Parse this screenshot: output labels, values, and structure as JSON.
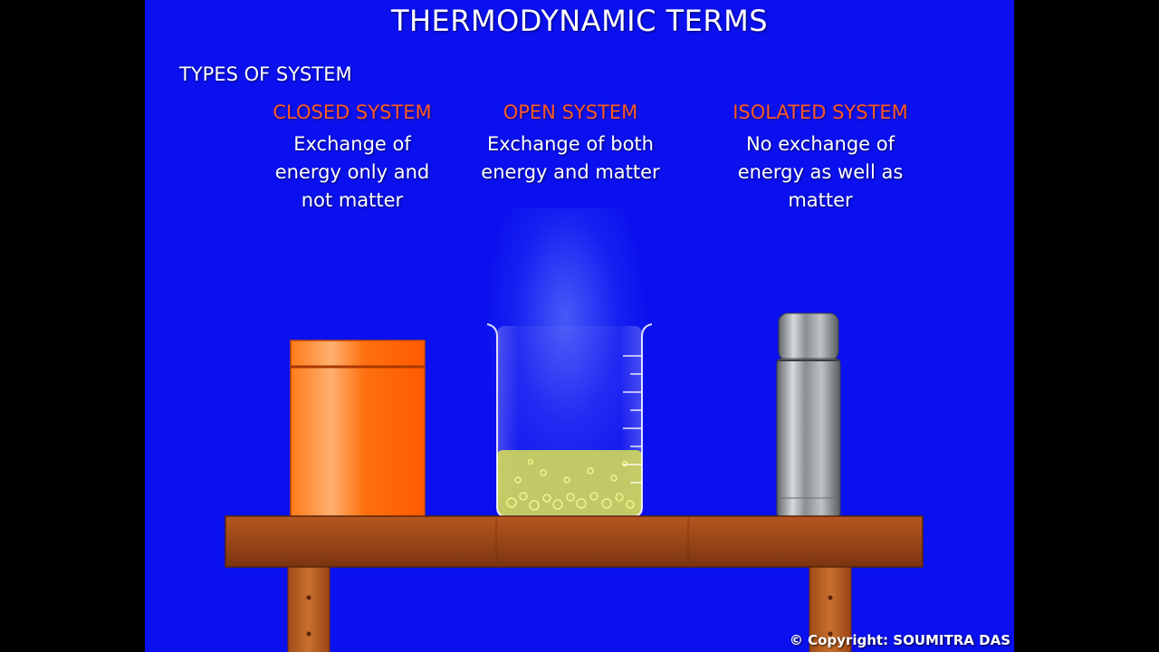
{
  "slide": {
    "title": "THERMODYNAMIC TERMS",
    "subtitle": "TYPES OF SYSTEM",
    "copyright": "© Copyright: SOUMITRA DAS"
  },
  "systems": [
    {
      "heading": "CLOSED SYSTEM",
      "description_lines": [
        "Exchange of",
        "energy only and",
        "not matter"
      ],
      "illustration": "sealed-container-icon"
    },
    {
      "heading": "OPEN SYSTEM",
      "description_lines": [
        "Exchange of both",
        "energy and matter"
      ],
      "illustration": "beaker-icon"
    },
    {
      "heading": "ISOLATED SYSTEM",
      "description_lines": [
        "No exchange of",
        "energy as well as",
        "matter"
      ],
      "illustration": "thermos-flask-icon"
    }
  ],
  "colors": {
    "background": "#0a10ee",
    "heading": "#ff5a28",
    "text": "#ffffff",
    "container": "#ff6a10",
    "liquid": "#d8e060",
    "table": "#a0481c"
  }
}
